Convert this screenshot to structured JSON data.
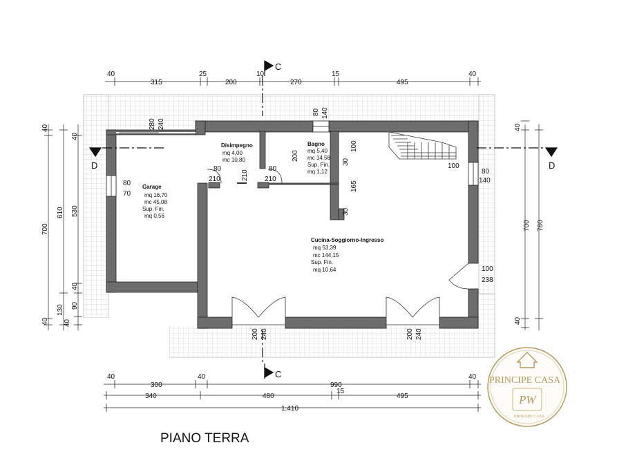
{
  "title": "PIANO TERRA",
  "rooms": {
    "garage": {
      "name": "Garage",
      "mq": "mq 16,70",
      "mc": "mc 45,08",
      "sup": "Sup. Fin.",
      "sup_v": "mq 0,56"
    },
    "disimpegno": {
      "name": "Disimpegno",
      "mq": "mq 4,00",
      "mc": "mc 10,80"
    },
    "bagno": {
      "name": "Bagno",
      "mq": "mq 5,40",
      "mc": "mc 14,58",
      "sup": "Sup. Fin.",
      "sup_v": "mq 1,12"
    },
    "cucina": {
      "name": "Cucina-Soggiorno-Ingresso",
      "mq": "mq 53,39",
      "mc": "mc 144,15",
      "sup": "Sup. Fin.",
      "sup_v": "mq 10,64"
    }
  },
  "sections": {
    "c": "C",
    "d": "D"
  },
  "dims": {
    "top": [
      "40",
      "315",
      "25",
      "200",
      "10",
      "270",
      "15",
      "495",
      "40"
    ],
    "bottom1": [
      "40",
      "300",
      "40",
      "990",
      "40"
    ],
    "bottom2": [
      "340",
      "480",
      "15",
      "495"
    ],
    "total": "1.410",
    "left_outer": [
      "40",
      "700",
      "40"
    ],
    "left_mid": [
      "610",
      "130"
    ],
    "left_inner": [
      "40",
      "530",
      "40",
      "90",
      "40"
    ],
    "right_outer": [
      "40",
      "780",
      "40"
    ],
    "right_inner": [
      "700"
    ],
    "openings": {
      "g_top_280": "280",
      "g_top_240": "240",
      "g_side_80": "80",
      "g_side_70": "70",
      "d1_80": "80",
      "d1_210": "210",
      "d2_80": "80",
      "d2_210": "210",
      "d2_210b": "210",
      "b_80": "80",
      "b_140": "140",
      "b_200": "200",
      "b_100": "100",
      "b_30a": "30",
      "b_165": "165",
      "b_30b": "30",
      "st_100": "100",
      "r_80": "80",
      "r_140": "140",
      "r_100": "100",
      "r_238": "238",
      "f1_200": "200",
      "f1_240": "240",
      "f2_200": "200",
      "f2_240": "240"
    }
  },
  "logo": {
    "name": "PRINCIPE CASA",
    "mono": "PW",
    "motto": "PRINCIPE CASA"
  },
  "colors": {
    "wall": "#6d6d6d",
    "wall_stroke": "#222222",
    "grid": "#d4d4d4",
    "logo": "#b79a62"
  }
}
